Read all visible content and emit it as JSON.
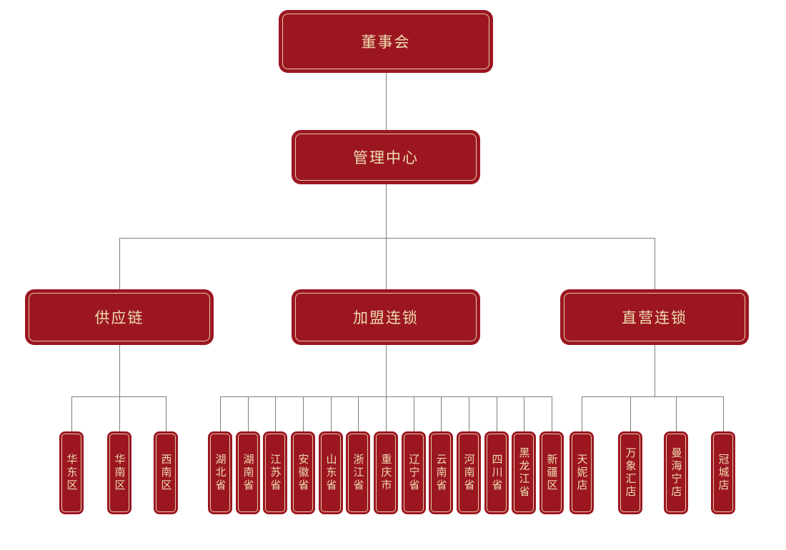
{
  "colors": {
    "box_fill": "#9c1622",
    "box_border_gold": "#e2cb9e",
    "text_gold": "#eedcb0",
    "connector_gray": "#7e7e7e",
    "background": "#ffffff"
  },
  "org": {
    "root": {
      "label": "董事会"
    },
    "management": {
      "label": "管理中心"
    },
    "branches": [
      {
        "label": "供应链",
        "children": [
          {
            "label": "华东区"
          },
          {
            "label": "华南区"
          },
          {
            "label": "西南区"
          }
        ]
      },
      {
        "label": "加盟连锁",
        "children": [
          {
            "label": "湖北省"
          },
          {
            "label": "湖南省"
          },
          {
            "label": "江苏省"
          },
          {
            "label": "安徽省"
          },
          {
            "label": "山东省"
          },
          {
            "label": "浙江省"
          },
          {
            "label": "重庆市"
          },
          {
            "label": "辽宁省"
          },
          {
            "label": "云南省"
          },
          {
            "label": "河南省"
          },
          {
            "label": "四川省"
          },
          {
            "label": "黑龙江省"
          },
          {
            "label": "新疆区"
          }
        ]
      },
      {
        "label": "直营连锁",
        "children": [
          {
            "label": "天妮店"
          },
          {
            "label": "万象汇店"
          },
          {
            "label": "曼海宁店"
          },
          {
            "label": "冠城店"
          }
        ]
      }
    ]
  }
}
